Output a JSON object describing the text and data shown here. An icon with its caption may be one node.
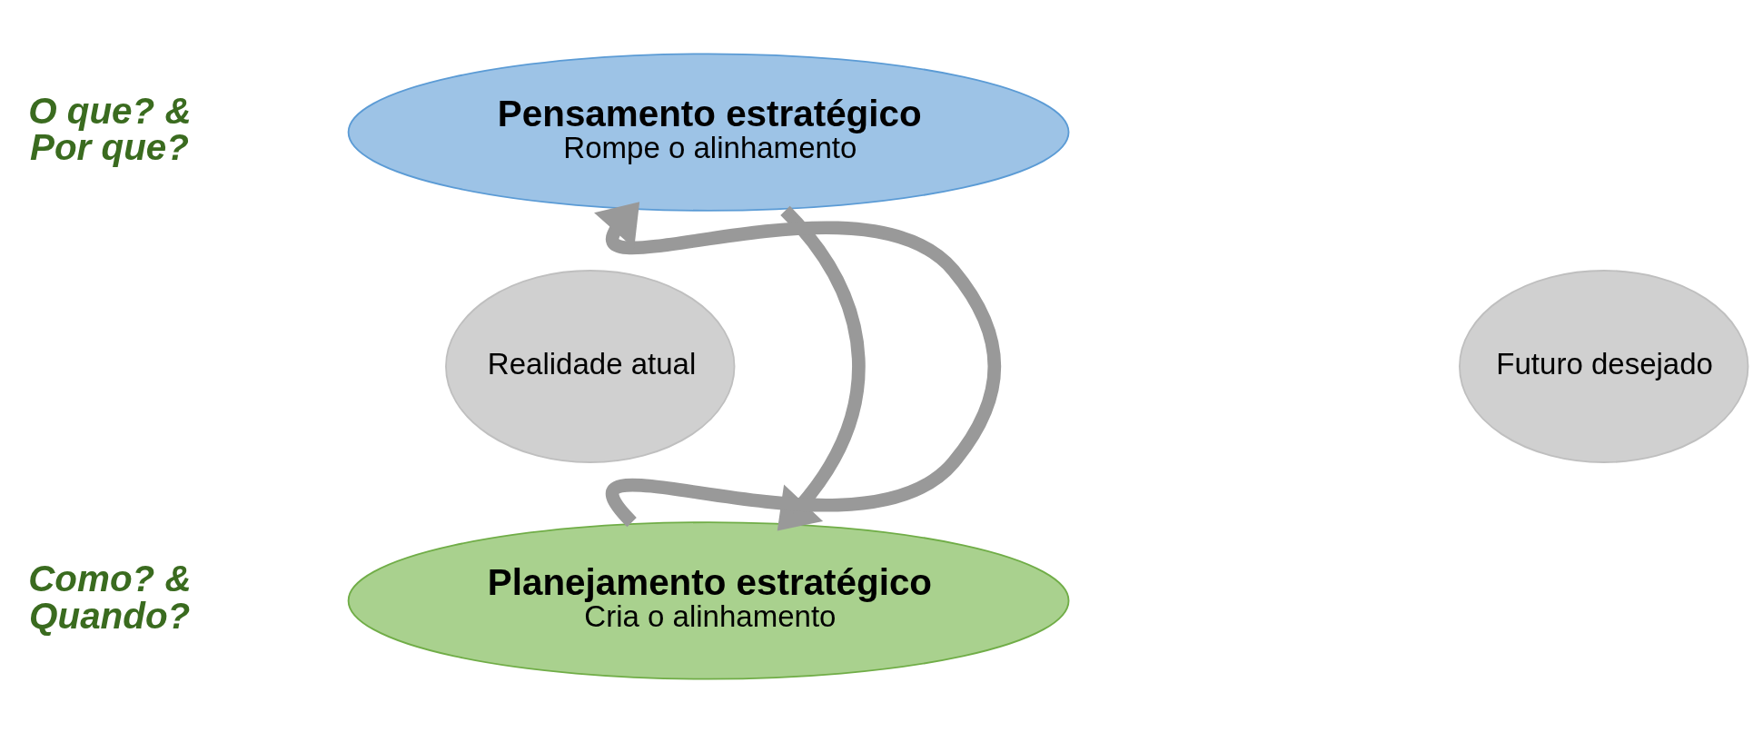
{
  "diagram": {
    "nodes": [
      {
        "text": [
          "Pensamento estratégico",
          "Rompe o alinhamento"
        ]
      },
      {
        "text": [
          "Realidade atual"
        ]
      },
      {
        "text": [
          "Futuro desejado"
        ]
      },
      {
        "text": [
          "Planejamento estratégico",
          "Cria o alinhamento"
        ]
      }
    ],
    "edges": [
      {
        "from": 0,
        "to": 3,
        "arrow": "to"
      },
      {
        "from": 3,
        "to": 0,
        "arrow": "to"
      }
    ],
    "labels": [
      "O que? & Por que?",
      "Como? & Quando?"
    ]
  }
}
